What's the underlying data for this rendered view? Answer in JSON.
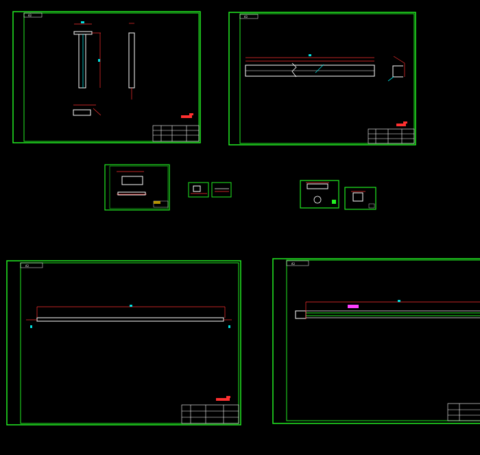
{
  "canvas_title": "",
  "colors": {
    "background": "#000000",
    "frame": "#22ee22",
    "geometry": "#ffffff",
    "dimension": "#ff3030",
    "dimension_text": "#00e0e0",
    "highlight": "#ff40ff"
  },
  "sheets": [
    {
      "id": "sheet-1",
      "size_label": "A3"
    },
    {
      "id": "sheet-2",
      "size_label": "A3"
    },
    {
      "id": "sheet-3",
      "size_label": "A3"
    },
    {
      "id": "sheet-4",
      "size_label": "A3"
    }
  ],
  "thumbnails": [
    {
      "id": "thumb-1"
    },
    {
      "id": "thumb-2"
    },
    {
      "id": "thumb-3"
    },
    {
      "id": "thumb-4"
    },
    {
      "id": "thumb-5"
    }
  ]
}
